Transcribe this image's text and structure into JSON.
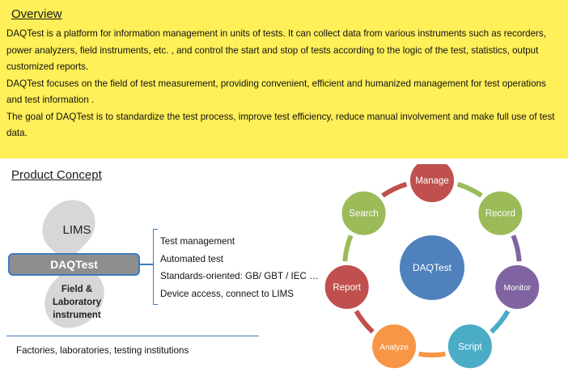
{
  "overview": {
    "title": "Overview",
    "paragraphs": [
      "DAQTest is a platform for information management in units of tests. It can collect data from various instruments such as recorders, power analyzers, field instruments, etc. , and control the start and stop of tests according to the logic of the test, statistics, output customized reports.",
      "DAQTest focuses on the field of test measurement, providing convenient, efficient and humanized management for test operations and test information .",
      "The goal of DAQTest is to standardize the test process, improve test efficiency, reduce manual involvement and make full use of test data."
    ]
  },
  "concept": {
    "title": "Product Concept",
    "lims_label": "LIMS",
    "daq_label": "DAQTest",
    "field_label_lines": [
      "Field &",
      "Laboratory",
      "instrument"
    ],
    "features": [
      "Test management",
      "Automated test",
      "Standards-oriented: GB/ GBT / IEC …",
      "Device access, connect to LIMS"
    ],
    "footer": "Factories, laboratories, testing institutions"
  },
  "cycle": {
    "center_label": "DAQTest",
    "center_color": "#4f81bd",
    "nodes": [
      {
        "label": "Manage",
        "color": "#c0504d"
      },
      {
        "label": "Record",
        "color": "#9bbb59"
      },
      {
        "label": "Monitor",
        "color": "#8064a2"
      },
      {
        "label": "Script",
        "color": "#4bacc6"
      },
      {
        "label": "Analyze",
        "color": "#f79646"
      },
      {
        "label": "Report",
        "color": "#c0504d"
      },
      {
        "label": "Search",
        "color": "#9bbb59"
      }
    ],
    "arc_colors": [
      "#9bbb59",
      "#8064a2",
      "#4bacc6",
      "#f79646",
      "#c0504d",
      "#9bbb59",
      "#c0504d"
    ]
  }
}
